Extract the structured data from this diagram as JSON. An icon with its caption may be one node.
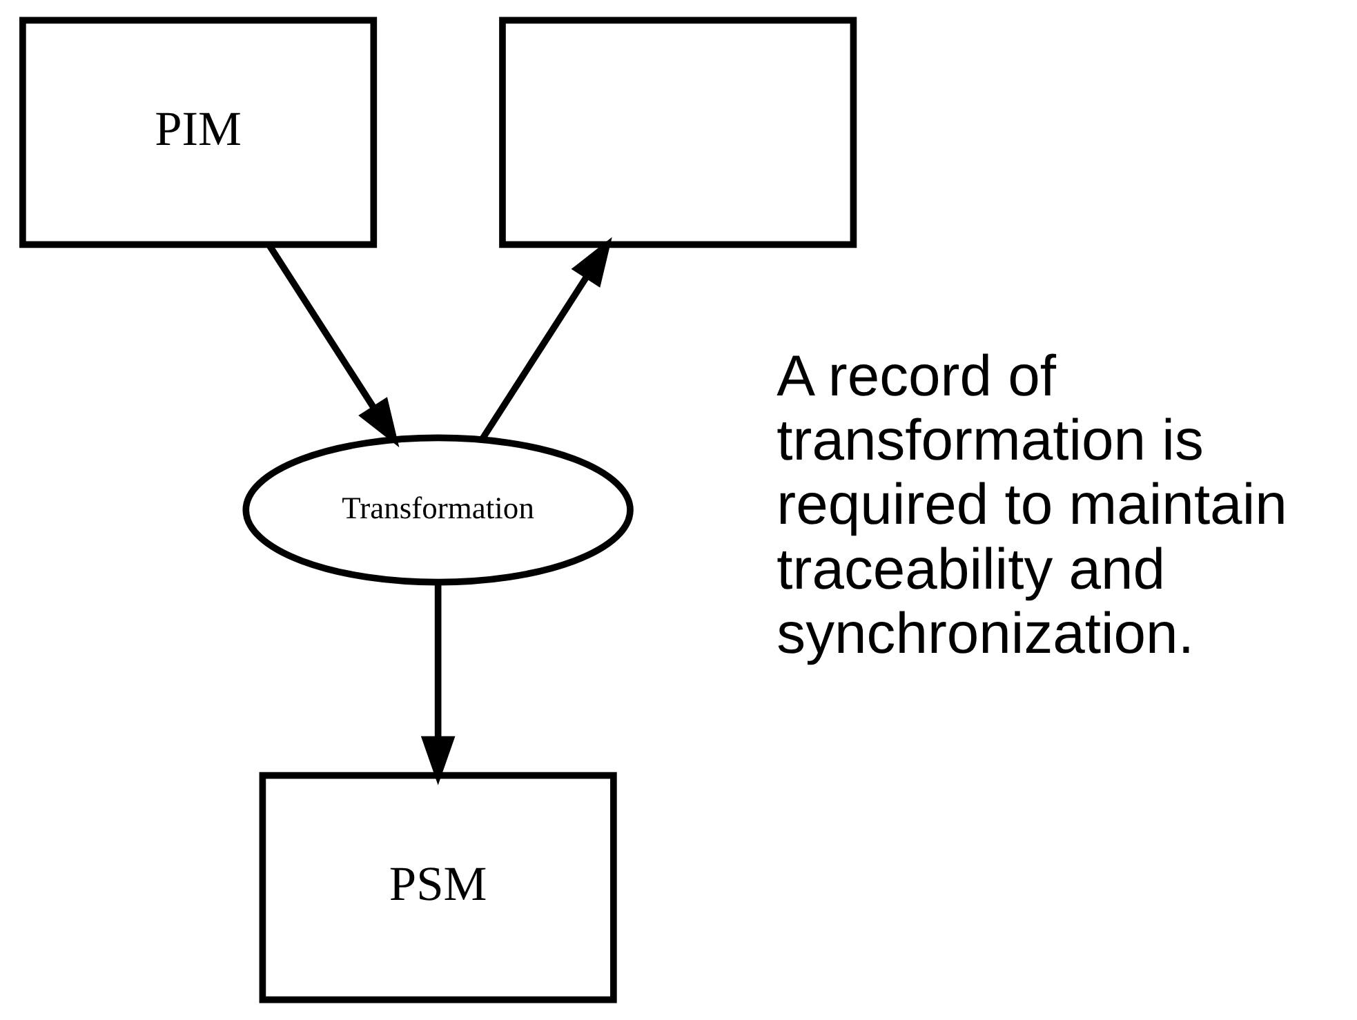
{
  "diagram": {
    "nodes": [
      {
        "text": [
          "PIM"
        ]
      },
      {
        "text": [],
        "shape": "box"
      },
      {
        "text": [
          "Transformation"
        ]
      },
      {
        "text": [
          "PSM"
        ]
      }
    ],
    "edges": [
      {
        "from": 0,
        "to": 2,
        "arrow": "to"
      },
      {
        "from": 2,
        "to": 1,
        "arrow": "to"
      },
      {
        "from": 2,
        "to": 3,
        "arrow": "to"
      }
    ],
    "labels": [
      "A record of transformation is required to maintain traceability and synchronization."
    ]
  }
}
